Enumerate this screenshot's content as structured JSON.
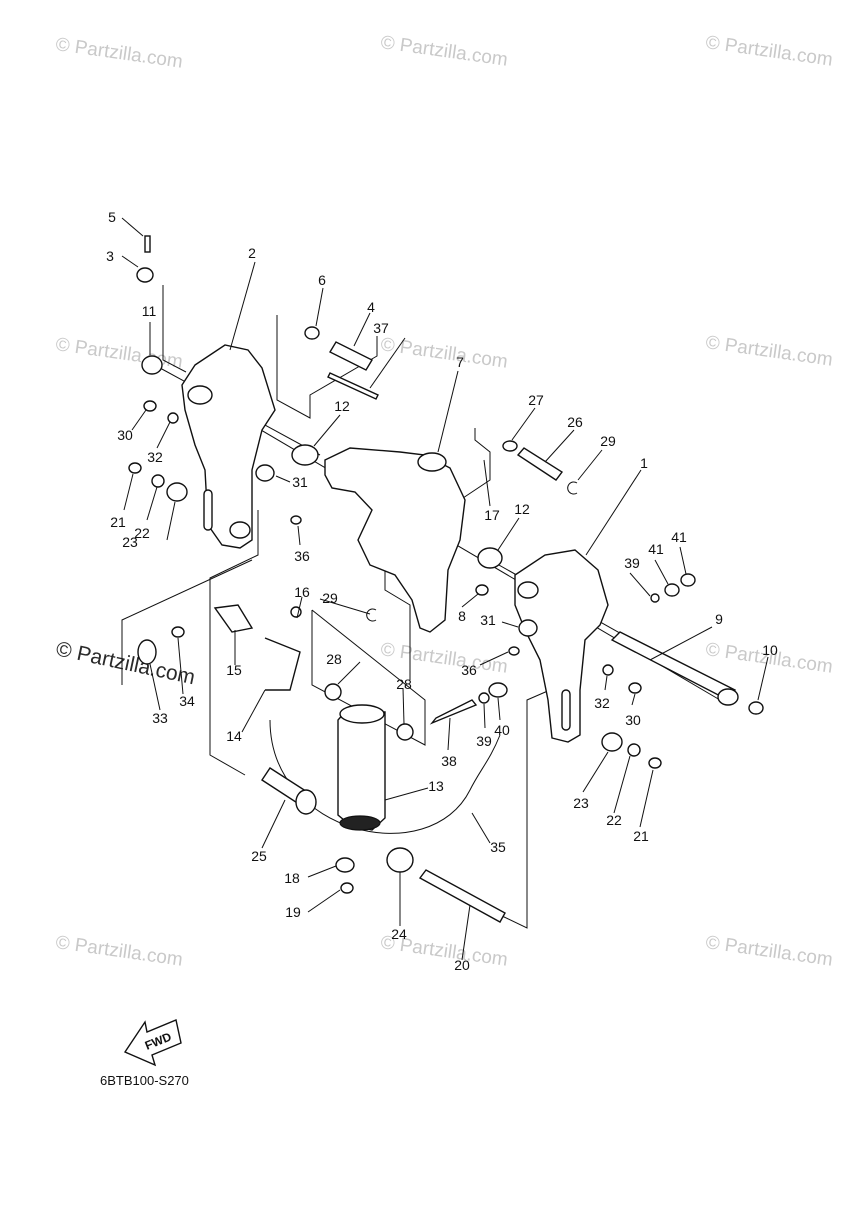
{
  "watermark": {
    "text": "© Partzilla.com",
    "prominent_text": "© Partzilla.com"
  },
  "diagram": {
    "code": "6BTB100-S270",
    "fwd_label": "FWD",
    "callouts": [
      "1",
      "2",
      "3",
      "4",
      "5",
      "6",
      "7",
      "8",
      "9",
      "10",
      "11",
      "12",
      "12",
      "13",
      "14",
      "15",
      "16",
      "17",
      "18",
      "19",
      "20",
      "21",
      "21",
      "22",
      "22",
      "23",
      "23",
      "24",
      "25",
      "26",
      "27",
      "28",
      "28",
      "29",
      "29",
      "30",
      "30",
      "31",
      "31",
      "32",
      "32",
      "33",
      "34",
      "35",
      "36",
      "36",
      "37",
      "38",
      "39",
      "39",
      "40",
      "41",
      "41"
    ]
  }
}
